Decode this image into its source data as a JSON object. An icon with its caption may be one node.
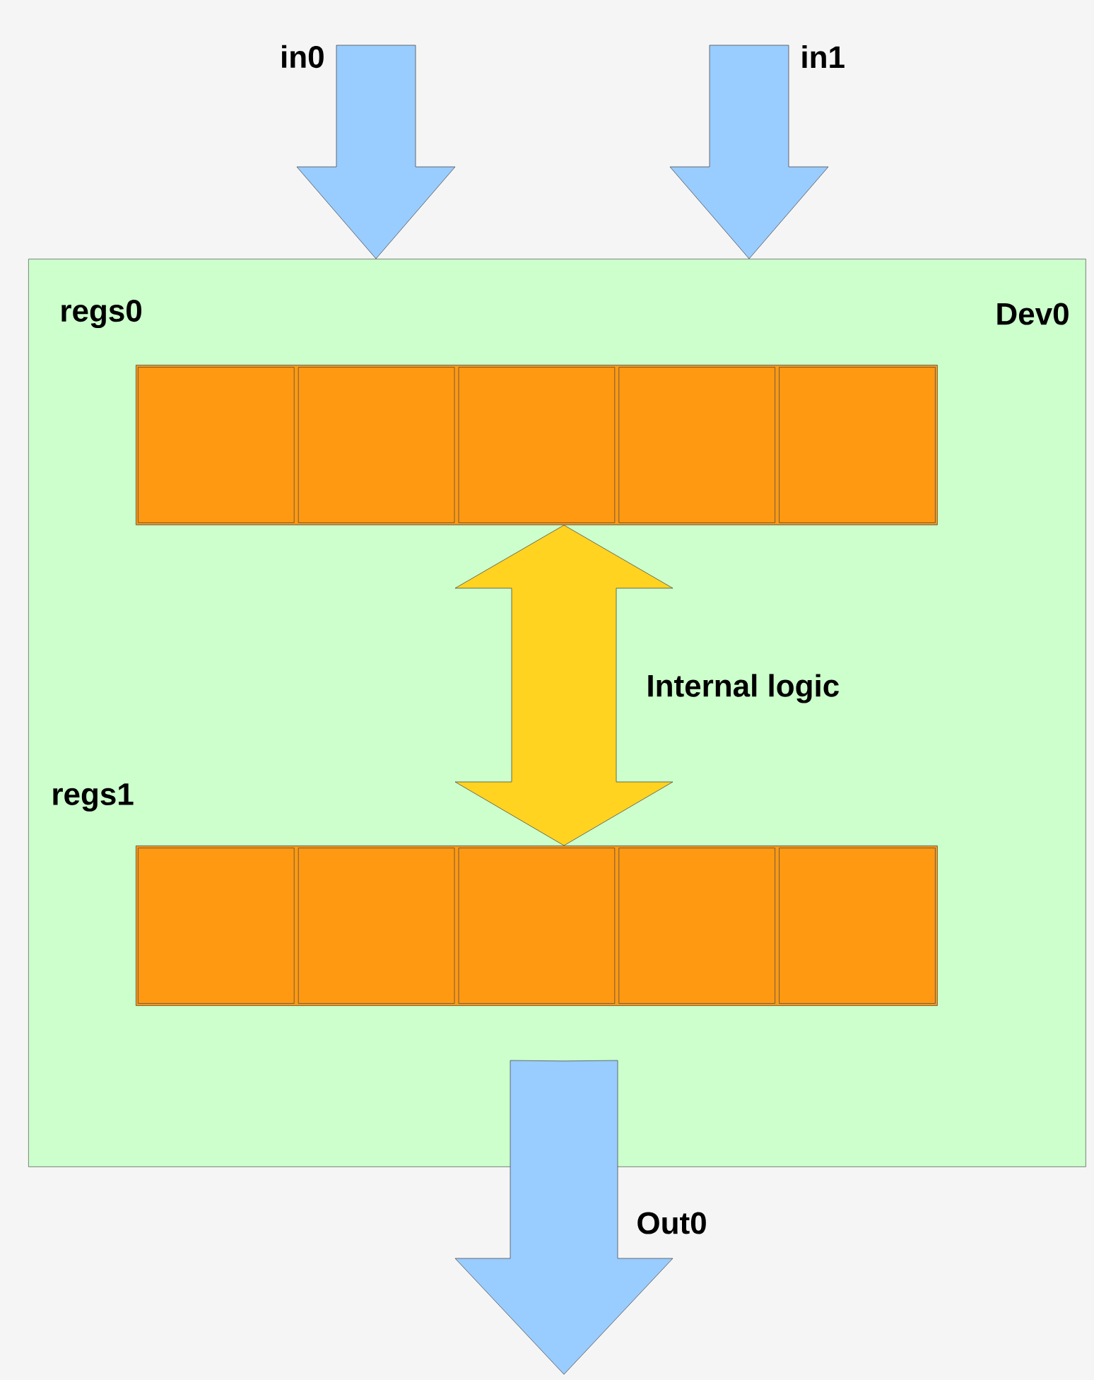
{
  "diagram": {
    "nodes": [
      {
        "text": [
          "Dev0"
        ]
      },
      {
        "text": [
          "regs0"
        ],
        "in": 0
      },
      {
        "text": [],
        "shape": "box",
        "in": 1
      },
      {
        "text": [],
        "shape": "box",
        "in": 1
      },
      {
        "text": [],
        "shape": "box",
        "in": 1
      },
      {
        "text": [],
        "shape": "box",
        "in": 1
      },
      {
        "text": [],
        "shape": "box",
        "in": 1
      },
      {
        "text": [
          "regs1"
        ],
        "in": 0
      },
      {
        "text": [],
        "shape": "box",
        "in": 7
      },
      {
        "text": [],
        "shape": "box",
        "in": 7
      },
      {
        "text": [],
        "shape": "box",
        "in": 7
      },
      {
        "text": [],
        "shape": "box",
        "in": 7
      },
      {
        "text": [],
        "shape": "box",
        "in": 7
      }
    ],
    "edges": [
      {
        "from": null,
        "to": 0,
        "arrow": "to",
        "label": "in0"
      },
      {
        "from": null,
        "to": 0,
        "arrow": "to",
        "label": "in1"
      },
      {
        "from": 1,
        "to": 7,
        "arrow": "both",
        "label": "Internal logic",
        "color": "#ffd320"
      },
      {
        "from": 0,
        "to": null,
        "arrow": "to",
        "label": "Out0"
      }
    ]
  }
}
